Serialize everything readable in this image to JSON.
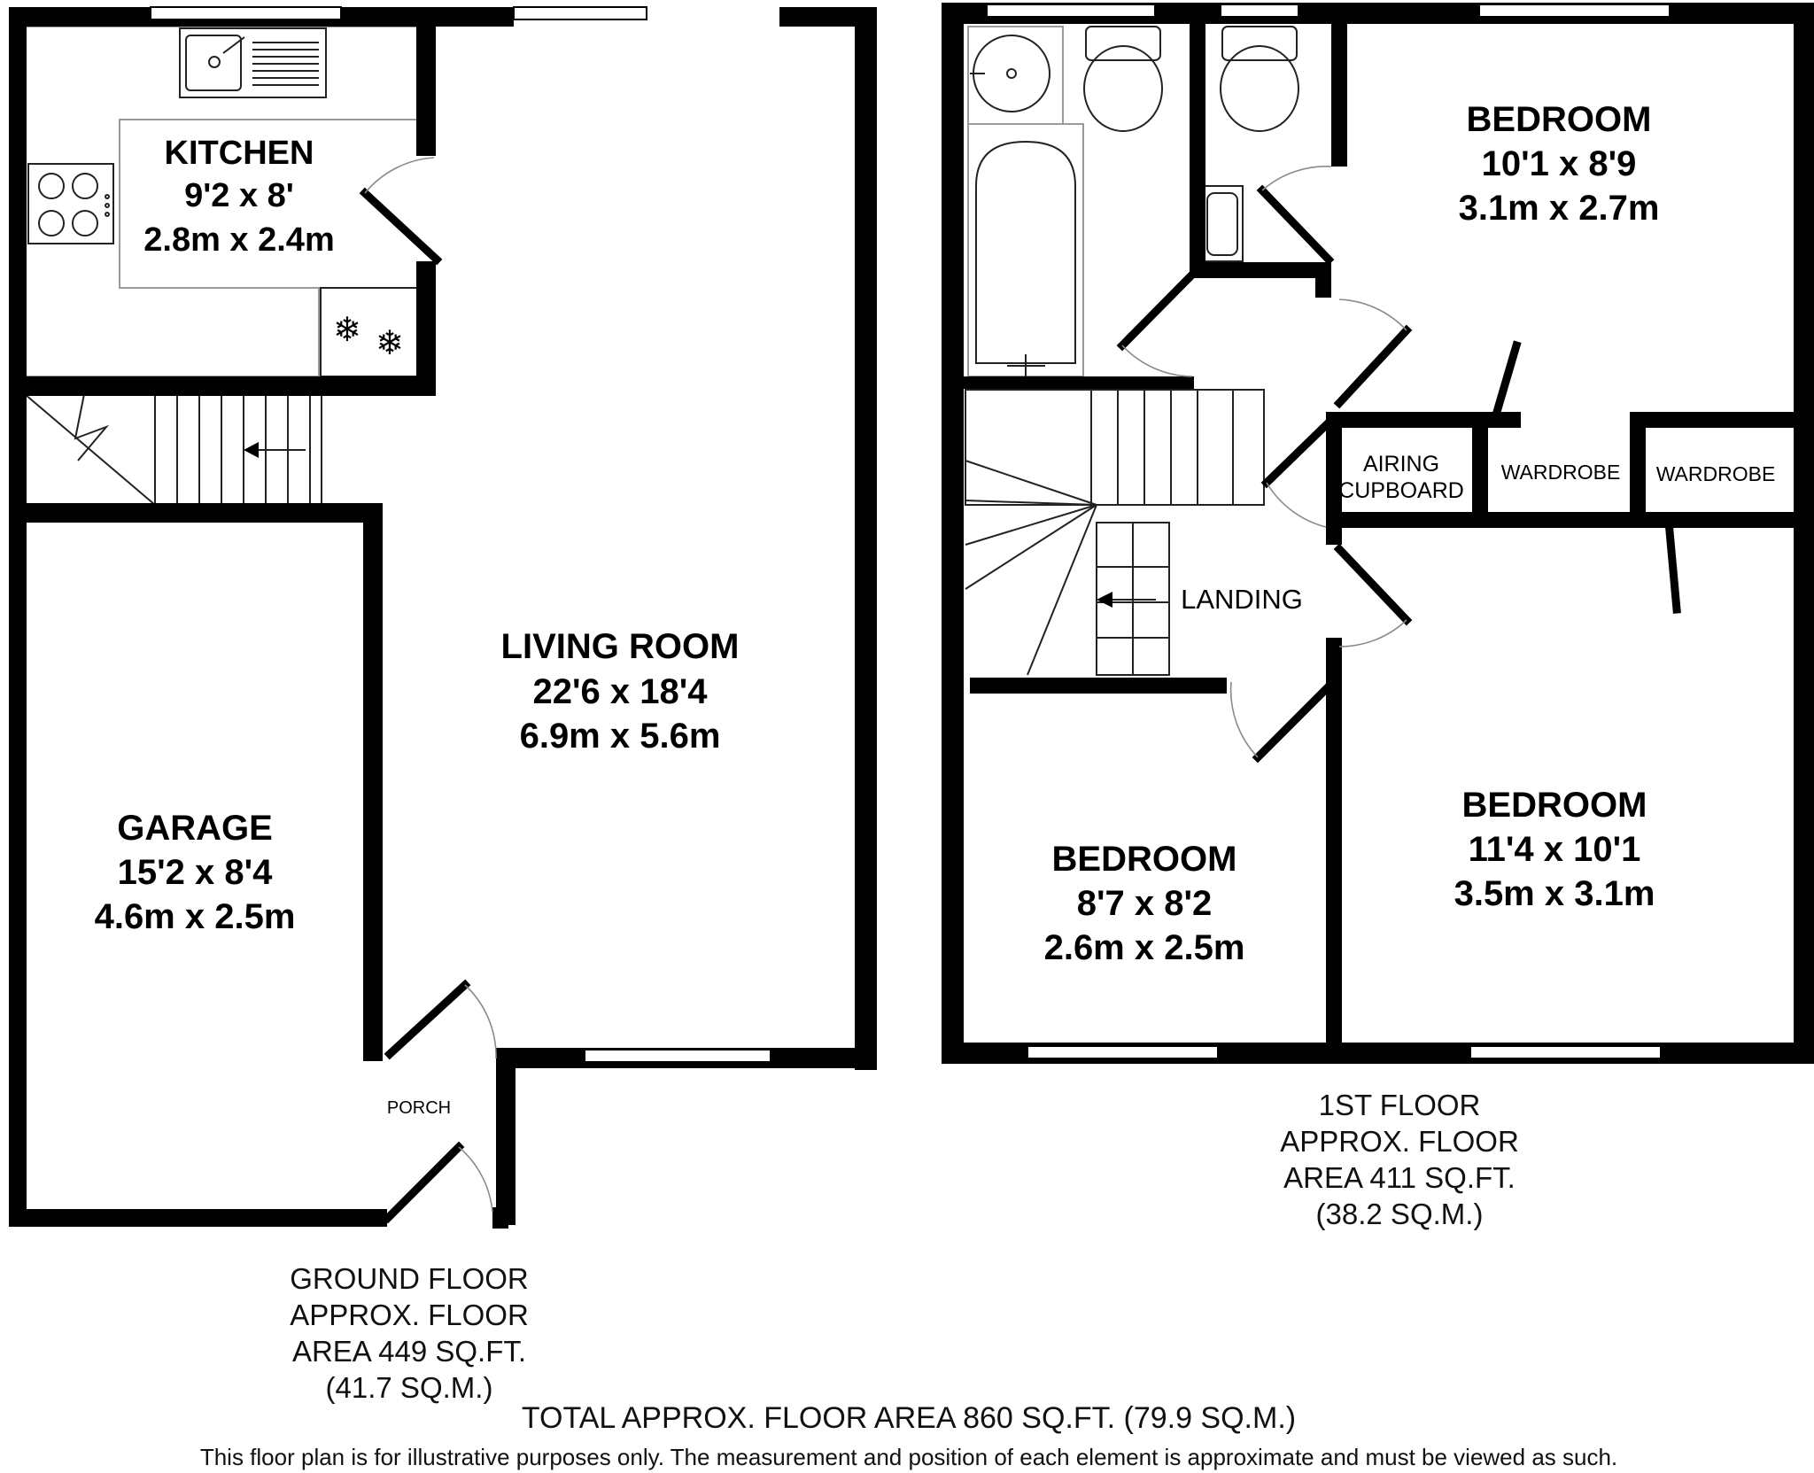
{
  "ground_floor": {
    "rooms": {
      "kitchen": {
        "name": "KITCHEN",
        "imperial": "9'2 x 8'",
        "metric": "2.8m x 2.4m"
      },
      "living_room": {
        "name": "LIVING ROOM",
        "imperial": "22'6 x 18'4",
        "metric": "6.9m x 5.6m"
      },
      "garage": {
        "name": "GARAGE",
        "imperial": "15'2 x 8'4",
        "metric": "4.6m x 2.5m"
      },
      "porch": {
        "name": "PORCH"
      }
    },
    "area": {
      "line1": "GROUND FLOOR",
      "line2": "APPROX. FLOOR",
      "line3": "AREA 449 SQ.FT.",
      "line4": "(41.7 SQ.M.)"
    }
  },
  "first_floor": {
    "rooms": {
      "bedroom_1": {
        "name": "BEDROOM",
        "imperial": "10'1 x 8'9",
        "metric": "3.1m x 2.7m"
      },
      "bedroom_2": {
        "name": "BEDROOM",
        "imperial": "11'4 x 10'1",
        "metric": "3.5m x 3.1m"
      },
      "bedroom_3": {
        "name": "BEDROOM",
        "imperial": "8'7 x 8'2",
        "metric": "2.6m x 2.5m"
      },
      "landing": {
        "name": "LANDING"
      },
      "airing_cupboard": {
        "line1": "AIRING",
        "line2": "CUPBOARD"
      },
      "wardrobe_1": {
        "name": "WARDROBE"
      },
      "wardrobe_2": {
        "name": "WARDROBE"
      }
    },
    "area": {
      "line1": "1ST FLOOR",
      "line2": "APPROX. FLOOR",
      "line3": "AREA 411 SQ.FT.",
      "line4": "(38.2 SQ.M.)"
    }
  },
  "total_area": "TOTAL APPROX. FLOOR AREA 860 SQ.FT. (79.9 SQ.M.)",
  "disclaimer": "This floor plan is for illustrative purposes only. The measurement and position of each element is approximate and must be viewed as such.",
  "icons": {
    "freezer": "snowflake-icon",
    "stairs_arrow": "arrow-left-icon"
  }
}
